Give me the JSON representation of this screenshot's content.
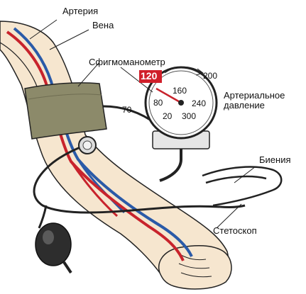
{
  "labels": {
    "artery": "Артерия",
    "vein": "Вена",
    "sphygmomanometer": "Сфигмоманометр",
    "pressure_line1": "Артериальное",
    "pressure_line2": "давление",
    "beats": "Биения",
    "stethoscope": "Стетоскоп"
  },
  "gauge": {
    "reading_label": "120",
    "reading_value": 120,
    "scale_min": 0,
    "scale_max": 300,
    "ticks": [
      "20",
      "70",
      "80",
      "160",
      "200",
      "240",
      "300"
    ]
  },
  "colors": {
    "artery": "#c8232c",
    "vein": "#2a5aa8",
    "cuff": "#8c8a6a",
    "skin": "#f6e6cf",
    "reading_badge": "#d01f2a",
    "outline": "#222222"
  },
  "icons": [
    "arm",
    "cuff",
    "pressure-gauge",
    "stethoscope",
    "rubber-bulb"
  ]
}
